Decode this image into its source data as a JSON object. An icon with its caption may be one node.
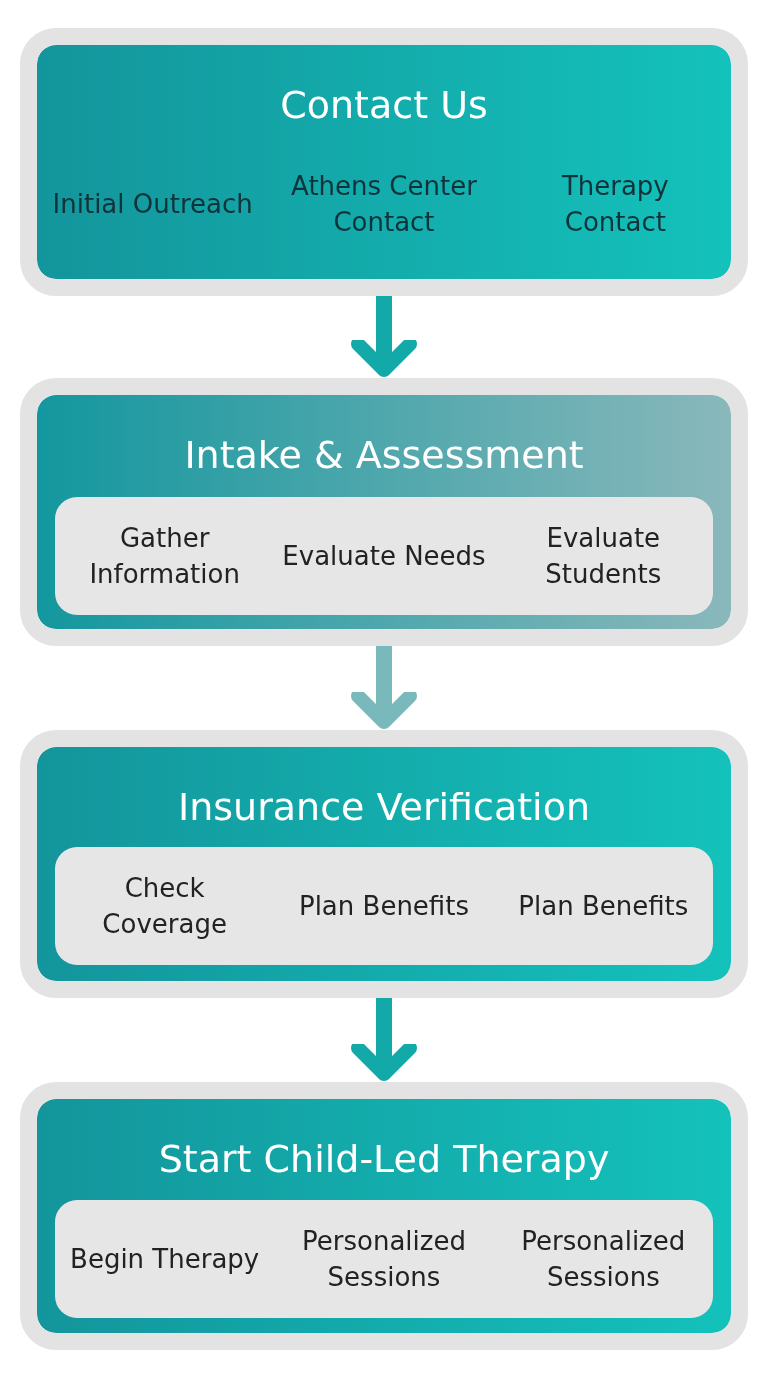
{
  "diagram": {
    "nodes": [
      {
        "text": [
          "Contact Us",
          "Initial Outreach",
          "Athens Center Contact",
          "Therapy Contact"
        ]
      },
      {
        "text": [
          "Intake & Assessment"
        ]
      },
      {
        "text": [
          "Gather Information",
          "Evaluate Needs",
          "Evaluate Students"
        ],
        "in": 1
      },
      {
        "text": [
          "Insurance Verification"
        ]
      },
      {
        "text": [
          "Check Coverage",
          "Plan Benefits",
          "Plan Benefits"
        ],
        "in": 3
      },
      {
        "text": [
          "Start Child-Led Therapy"
        ]
      },
      {
        "text": [
          "Begin Therapy",
          "Personalized Sessions",
          "Personalized Sessions"
        ],
        "in": 5
      }
    ],
    "edges": [
      {
        "from": 0,
        "to": 1,
        "arrow": "to"
      },
      {
        "from": 1,
        "to": 3,
        "arrow": "to",
        "color": "#7ab9bb"
      },
      {
        "from": 3,
        "to": 5,
        "arrow": "to"
      }
    ]
  }
}
